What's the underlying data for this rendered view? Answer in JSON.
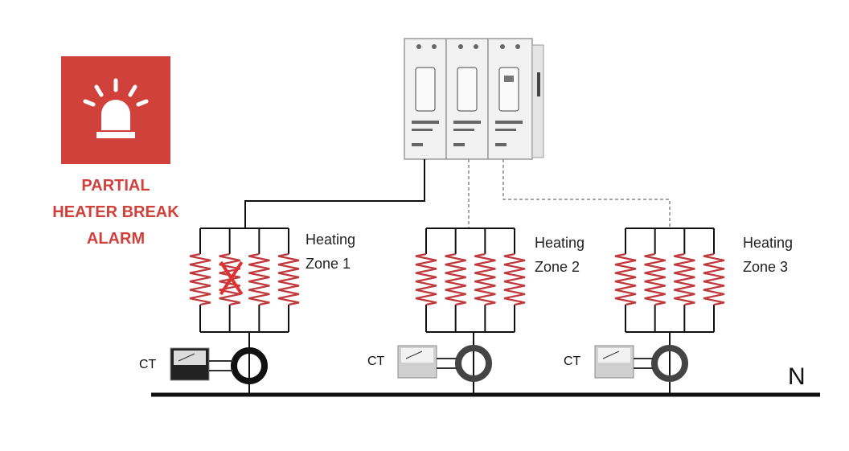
{
  "alarm": {
    "title_lines": [
      "PARTIAL",
      "HEATER BREAK",
      "ALARM"
    ],
    "icon": "alarm-beacon-icon",
    "color": "#d0413c"
  },
  "zones": [
    {
      "label_line1": "Heating",
      "label_line2": "Zone 1",
      "ct_label": "CT",
      "broken": true,
      "link": "solid"
    },
    {
      "label_line1": "Heating",
      "label_line2": "Zone 2",
      "ct_label": "CT",
      "broken": false,
      "link": "dashed"
    },
    {
      "label_line1": "Heating",
      "label_line2": "Zone 3",
      "ct_label": "CT",
      "broken": false,
      "link": "dashed"
    }
  ],
  "neutral_label": "N",
  "colors": {
    "coil": "#c0393d",
    "wire": "#111111",
    "dashed": "#888888"
  }
}
